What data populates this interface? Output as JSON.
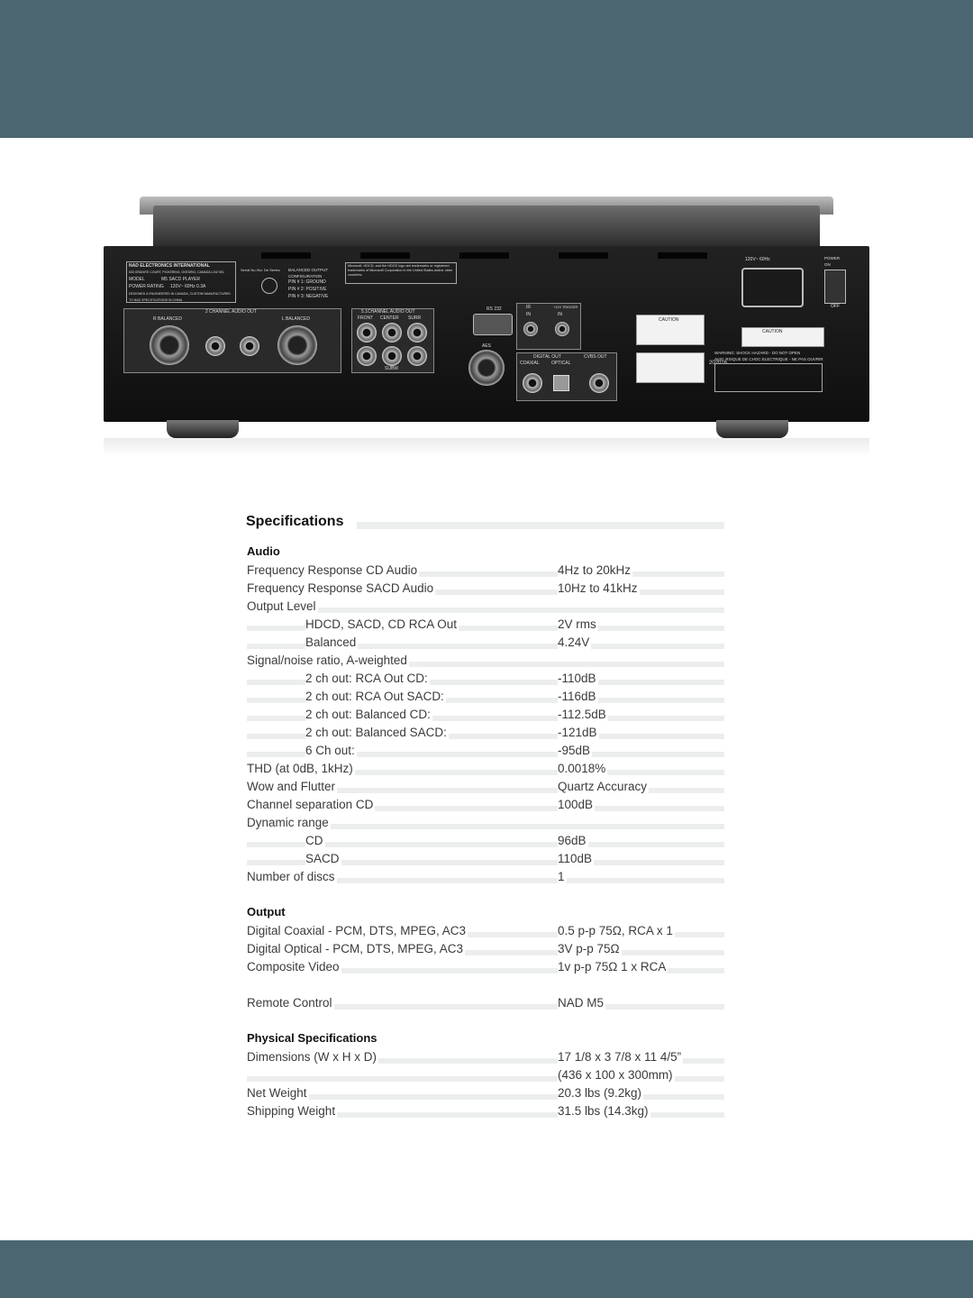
{
  "colors": {
    "band": "#4b6670",
    "rule": "#eceeee",
    "text": "#3b3b3b"
  },
  "device": {
    "maker": "NAD ELECTRONICS INTERNATIONAL",
    "address": "633 GRANITE COURT, PICKERING, ONTARIO, CANADA L1W 3K1",
    "model_label": "MODEL",
    "model_value": "M5 SACD PLAYER",
    "power_label": "POWER RATING",
    "power_value": "120V~ 60Hz 0.3A",
    "designed": "DESIGNED & ENGINEERED IN CANADA, CUSTOM MANUFACTURED TO NAD SPECIFICATIONS IN CHINA",
    "serial": "Serial No./No. De Series",
    "balanced_title": "BALANCED OUTPUT CONFIGURATION",
    "pin1": "PIN # 1: GROUND",
    "pin2": "PIN # 2: POSITIVE",
    "pin3": "PIN # 3: NEGATIVE",
    "ms_note": "Microsoft, HDCD, and the HDCD logo are trademarks or registered trademarks of Microsoft Corporation in the United States and/or other countries.",
    "two_ch": "2 CHANNEL AUDIO OUT",
    "r_bal": "R BALANCED",
    "l_bal": "L BALANCED",
    "five_ch": "5.1CHANNEL AUDIO OUT",
    "front": "FRONT",
    "center": "CENTER",
    "surr": "SURR",
    "subw": "SUBW",
    "rs232": "RS 232",
    "aes": "AES",
    "ir": "IR",
    "trigger": "+12V TRIGGER",
    "in1": "IN",
    "in2": "IN",
    "digital_out": "DIGITAL OUT",
    "cvbs_out": "CVBS OUT",
    "coaxial": "COAXIAL",
    "optical": "OPTICAL",
    "voltage": "120V~ 60Hz",
    "power_sw": "POWER ON",
    "off": "OFF",
    "caution": "CAUTION",
    "cert": "202016",
    "warning": "WARNING: SHOCK HAZARD - DO NOT OPEN",
    "avis": "AVIS: RISQUE DE CHOC ELECTRIQUE - NE PAS OUVRIR"
  },
  "specs": {
    "title": "Specifications",
    "sections": {
      "audio": "Audio",
      "output": "Output",
      "physical": "Physical Specifications"
    },
    "rows": [
      {
        "label": "Frequency Response CD Audio",
        "value": "4Hz to 20kHz"
      },
      {
        "label": "Frequency Response SACD Audio",
        "value": "10Hz to 41kHz"
      },
      {
        "label": "Output Level",
        "value": ""
      },
      {
        "label": "HDCD, SACD, CD RCA Out",
        "value": "2V rms"
      },
      {
        "label": "Balanced",
        "value": "4.24V"
      },
      {
        "label": "Signal/noise ratio, A-weighted",
        "value": ""
      },
      {
        "label": "2 ch out: RCA Out CD:",
        "value": "-110dB"
      },
      {
        "label": "2 ch out: RCA Out SACD:",
        "value": "-116dB"
      },
      {
        "label": "2 ch out: Balanced CD:",
        "value": "-112.5dB"
      },
      {
        "label": "2 ch out: Balanced SACD:",
        "value": "-121dB"
      },
      {
        "label": "6 Ch out:",
        "value": "-95dB"
      },
      {
        "label": "THD (at 0dB, 1kHz)",
        "value": "0.0018%"
      },
      {
        "label": "Wow and Flutter",
        "value": "Quartz Accuracy"
      },
      {
        "label": "Channel separation CD",
        "value": "100dB"
      },
      {
        "label": "Dynamic range",
        "value": ""
      },
      {
        "label": "CD",
        "value": "96dB"
      },
      {
        "label": "SACD",
        "value": "110dB"
      },
      {
        "label": "Number of discs",
        "value": "1"
      },
      {
        "label": "Digital Coaxial - PCM, DTS, MPEG, AC3",
        "value": "0.5 p-p 75Ω, RCA x 1"
      },
      {
        "label": "Digital Optical - PCM, DTS, MPEG, AC3",
        "value": "3V p-p 75Ω"
      },
      {
        "label": "Composite Video",
        "value": "1v p-p 75Ω  1 x RCA"
      },
      {
        "label": "Remote Control",
        "value": "NAD M5"
      },
      {
        "label": "Dimensions (W x H x D)",
        "value": "17 1/8 x 3 7/8 x 11 4/5”"
      },
      {
        "label": "",
        "value": "(436 x 100 x 300mm)"
      },
      {
        "label": "Net Weight",
        "value": "20.3 lbs (9.2kg)"
      },
      {
        "label": "Shipping Weight",
        "value": "31.5 lbs (14.3kg)"
      }
    ]
  }
}
